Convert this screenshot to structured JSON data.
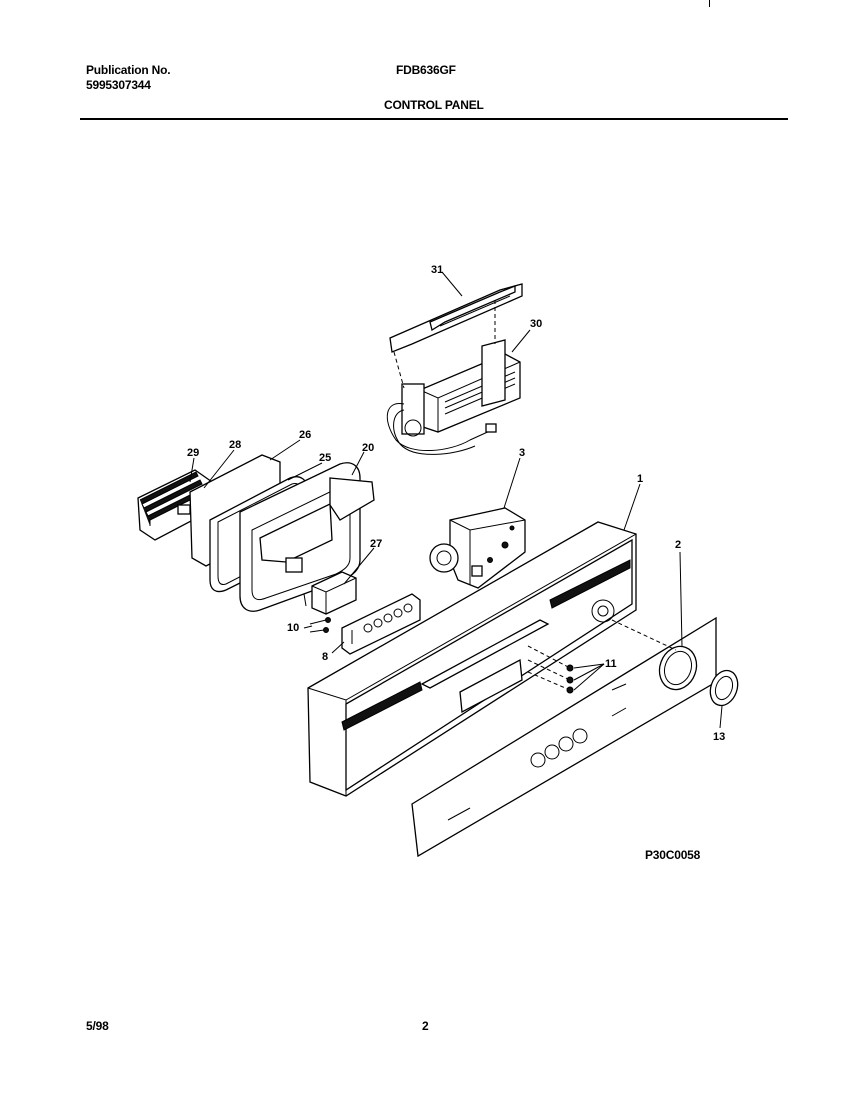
{
  "header": {
    "publication_label": "Publication No.",
    "publication_number": "5995307344",
    "model": "FDB636GF",
    "section_title": "CONTROL PANEL"
  },
  "diagram": {
    "callouts": [
      "31",
      "30",
      "29",
      "28",
      "26",
      "25",
      "20",
      "3",
      "1",
      "27",
      "2",
      "10",
      "8",
      "11",
      "13"
    ],
    "drawing_code": "P30C0058"
  },
  "footer": {
    "date": "5/98",
    "page": "2"
  }
}
